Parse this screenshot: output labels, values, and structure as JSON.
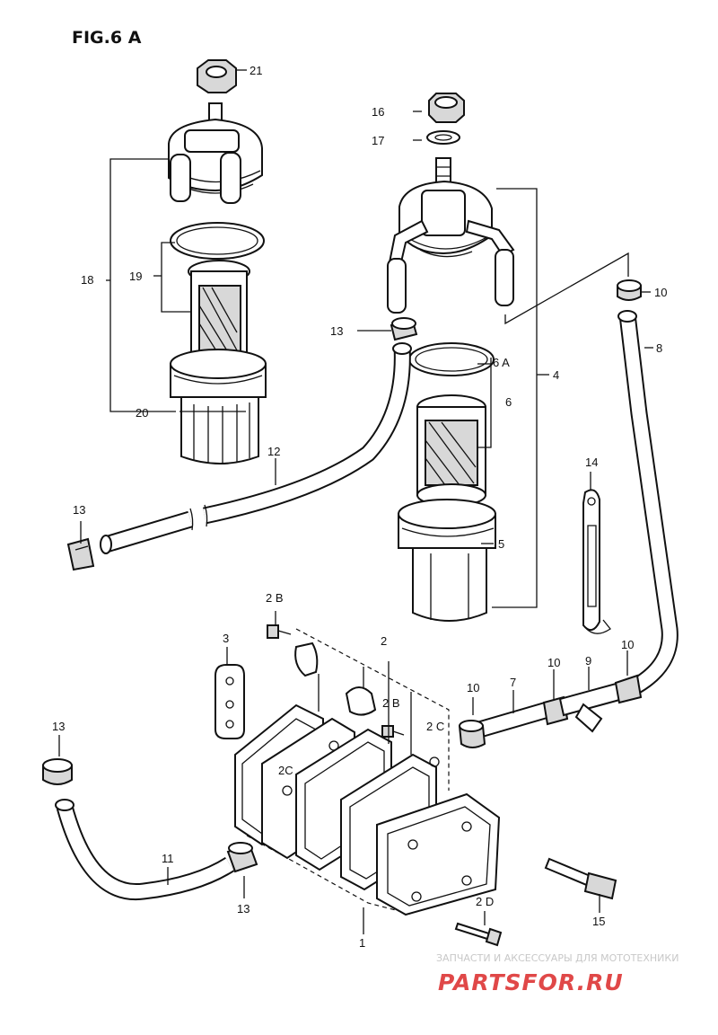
{
  "title": "FIG.6 A",
  "watermark": {
    "tagline": "ЗАПЧАСТИ И АКСЕССУАРЫ ДЛЯ МОТОТЕХНИКИ",
    "brand": "PARTSFOR.RU",
    "brand_color": "#e04848"
  },
  "callouts": {
    "c1": "1",
    "c2": "2",
    "c2b_top": "2 B",
    "c2b_mid": "2 B",
    "c2c_right": "2 C",
    "c2c_left": "2C",
    "c2d": "2 D",
    "c3": "3",
    "c4": "4",
    "c5": "5",
    "c6": "6",
    "c6a": "6 A",
    "c7": "7",
    "c8": "8",
    "c9": "9",
    "c10_top": "10",
    "c10_a": "10",
    "c10_b": "10",
    "c10_c": "10",
    "c11": "11",
    "c12": "12",
    "c13_top": "13",
    "c13_left": "13",
    "c13_bl": "13",
    "c13_bot": "13",
    "c14": "14",
    "c15": "15",
    "c16": "16",
    "c17": "17",
    "c18": "18",
    "c19": "19",
    "c20": "20",
    "c21": "21"
  }
}
